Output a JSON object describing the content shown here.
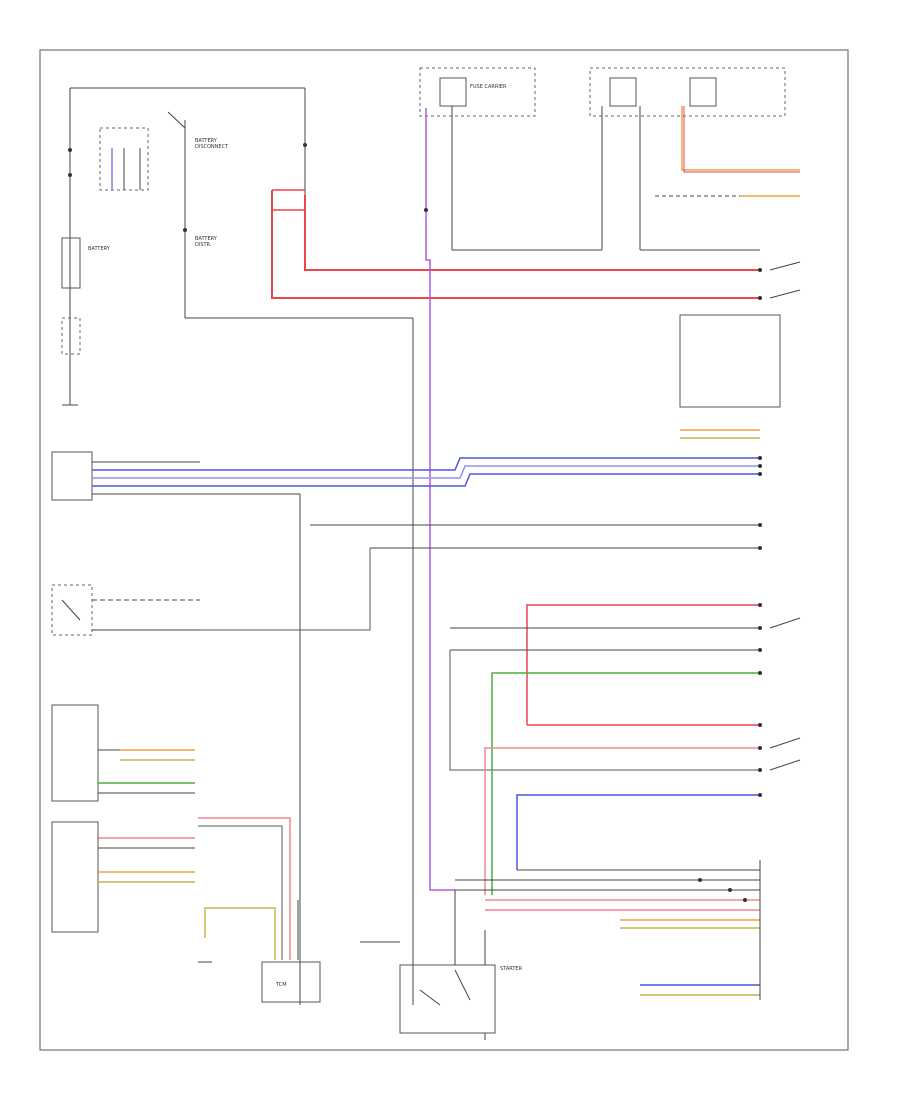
{
  "diagram": {
    "title": "",
    "footer_code": "",
    "components": {
      "battery": "BATTERY",
      "ground_battery": "",
      "starter": "STARTER",
      "tcm": "TCM",
      "fuse_box": "FUSE CARRIER",
      "relay_battery": "",
      "selector": "",
      "ecm_top": "",
      "connector_left": "",
      "trans_module": ""
    }
  },
  "colors": {
    "red": "#e8474c",
    "pink": "#f08a8e",
    "blue": "#4a56e0",
    "lightblue": "#8c94f0",
    "purple": "#b05be0",
    "green": "#4cae3c",
    "orange": "#f0a040",
    "olive": "#c9b04a",
    "wire": "#444444",
    "frame": "#555555"
  }
}
